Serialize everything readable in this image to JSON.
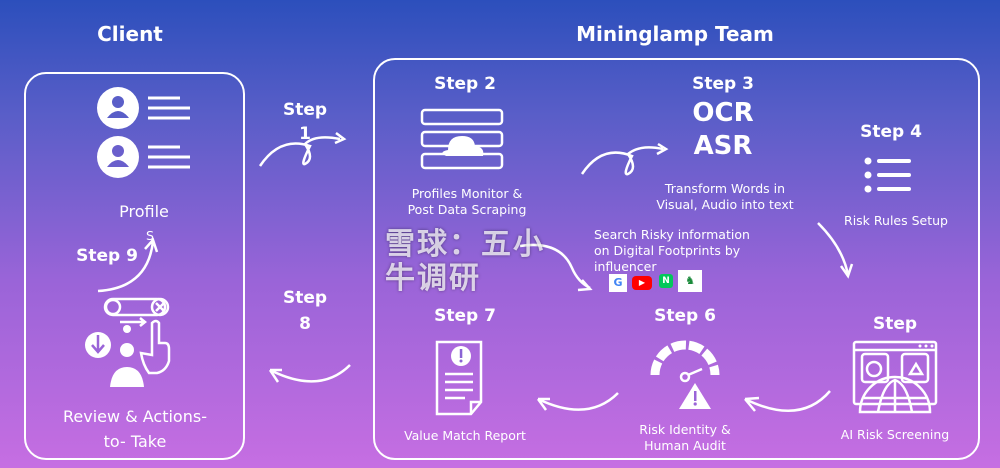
{
  "client": {
    "title": "Client",
    "profile_label": "Profile",
    "review_label": "Review & Actions-\nto- Take",
    "step9": "Step 9",
    "step9_mark": "S"
  },
  "team": {
    "title": "Mininglamp Team"
  },
  "steps": {
    "step1": "Step\n1",
    "step8": "Step\n8",
    "step2": {
      "title": "Step 2",
      "desc": "Profiles Monitor &\nPost Data Scraping"
    },
    "step3": {
      "title": "Step 3",
      "big1": "OCR",
      "big2": "ASR",
      "desc": "Transform Words in\nVisual, Audio into text"
    },
    "step4": {
      "title": "Step 4",
      "desc": "Risk Rules Setup"
    },
    "search": {
      "desc": "Search Risky information\non Digital Footprints by\ninfluencer",
      "logos": [
        "google-logo",
        "youtube-logo",
        "naver-logo",
        "dcard-logo"
      ]
    },
    "step5": {
      "title": "Step",
      "desc": "AI Risk Screening"
    },
    "step6": {
      "title": "Step 6",
      "desc": "Risk Identity &\nHuman Audit"
    },
    "step7": {
      "title": "Step 7",
      "desc": "Value Match Report"
    }
  },
  "watermark": "雪球：五小牛调研"
}
